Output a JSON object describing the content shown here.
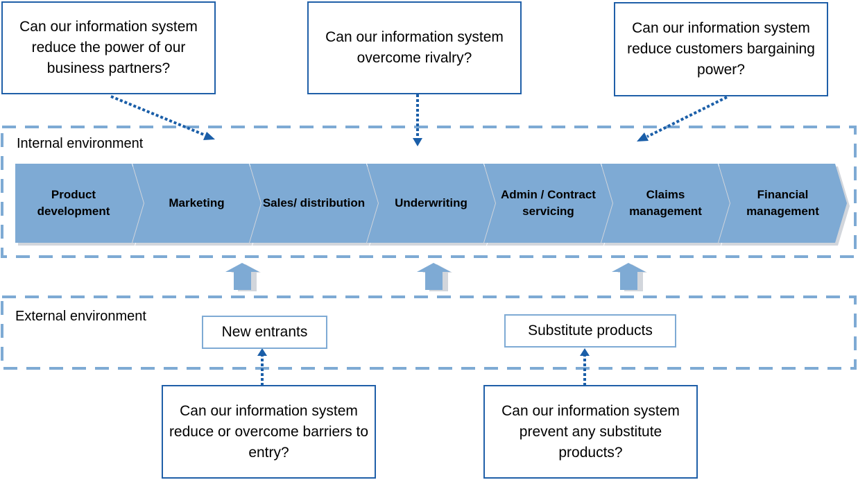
{
  "colors": {
    "chevron_fill": "#7eaad4",
    "chevron_shadow": "#d2d6dc",
    "dashed_frame": "#7eaad4",
    "question_border": "#1f5fa8",
    "dotted_arrow": "#1a5ea8",
    "entity_border": "#7eaad4"
  },
  "internal_environment": {
    "label": "Internal environment",
    "value_chain": [
      {
        "label": "Product development"
      },
      {
        "label": "Marketing"
      },
      {
        "label": "Sales/ distribution"
      },
      {
        "label": "Underwriting"
      },
      {
        "label": "Admin / Contract servicing"
      },
      {
        "label": "Claims management"
      },
      {
        "label": "Financial management"
      }
    ]
  },
  "external_environment": {
    "label": "External environment",
    "entities": [
      {
        "label": "New entrants"
      },
      {
        "label": "Substitute products"
      }
    ]
  },
  "questions": {
    "suppliers": "Can our information system reduce the power of our business partners?",
    "rivalry": "Can our information system overcome rivalry?",
    "buyers": "Can our information system reduce customers bargaining power?",
    "new_entrants": "Can our information system reduce or overcome barriers to entry?",
    "substitutes": "Can our information system prevent any substitute products?"
  }
}
